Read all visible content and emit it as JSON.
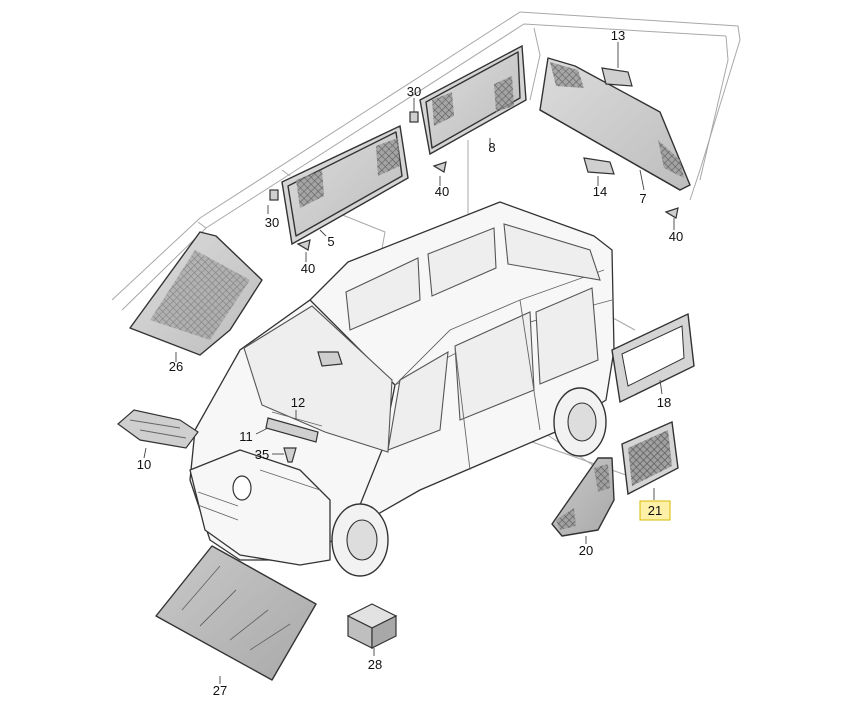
{
  "callouts": [
    {
      "id": "c13",
      "label": "13"
    },
    {
      "id": "c30a",
      "label": "30"
    },
    {
      "id": "c30b",
      "label": "30"
    },
    {
      "id": "c8",
      "label": "8"
    },
    {
      "id": "c40a",
      "label": "40"
    },
    {
      "id": "c14",
      "label": "14"
    },
    {
      "id": "c7",
      "label": "7"
    },
    {
      "id": "c5",
      "label": "5"
    },
    {
      "id": "c40b",
      "label": "40"
    },
    {
      "id": "c40c",
      "label": "40"
    },
    {
      "id": "c26",
      "label": "26"
    },
    {
      "id": "c18",
      "label": "18"
    },
    {
      "id": "c12",
      "label": "12"
    },
    {
      "id": "c11",
      "label": "11"
    },
    {
      "id": "c35",
      "label": "35"
    },
    {
      "id": "c10",
      "label": "10"
    },
    {
      "id": "c21",
      "label": "21",
      "highlighted": true
    },
    {
      "id": "c20",
      "label": "20"
    },
    {
      "id": "c27",
      "label": "27"
    },
    {
      "id": "c28",
      "label": "28"
    }
  ],
  "colors": {
    "highlight_fill": "#fff0a8",
    "highlight_stroke": "#d9b800",
    "line": "#333333"
  }
}
